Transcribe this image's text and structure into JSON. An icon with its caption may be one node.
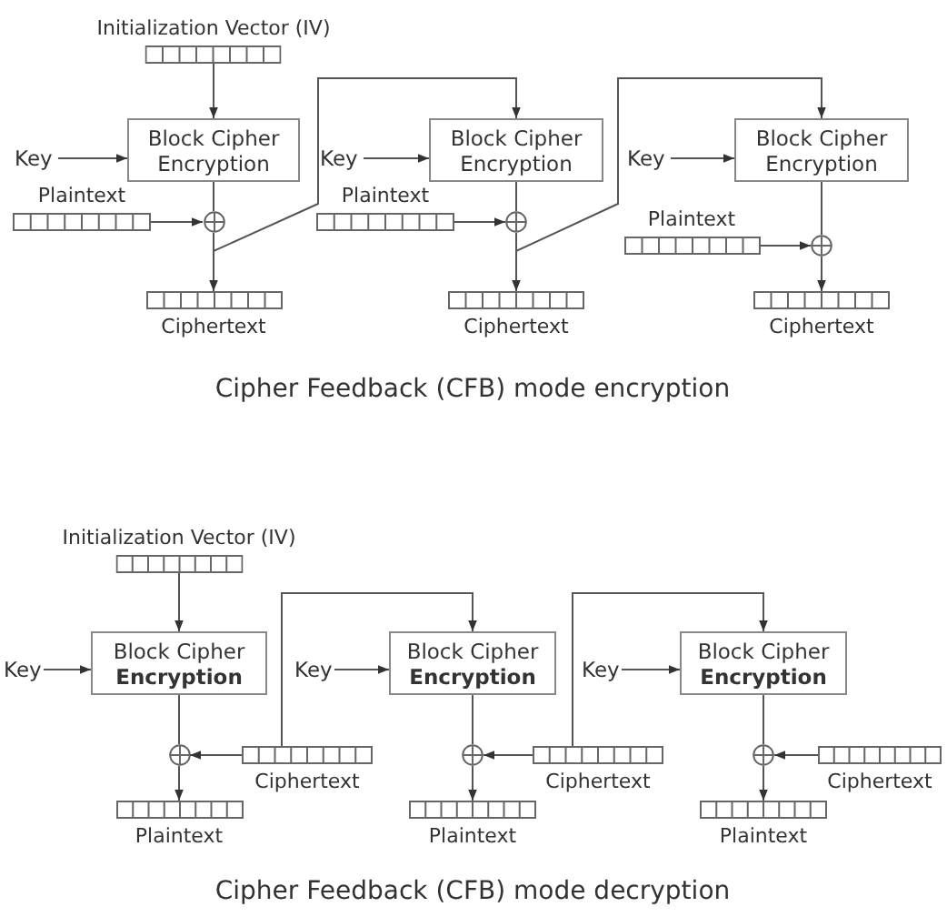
{
  "diagram": {
    "nodes": [
      {
        "text": [
          "Initialization Vector (IV)"
        ]
      },
      {
        "text": [
          "Key"
        ]
      },
      {
        "text": [
          "Block Cipher Encryption"
        ]
      },
      {
        "text": [
          "Plaintext"
        ]
      },
      {
        "text": [],
        "shape": "circle"
      },
      {
        "text": [
          "Ciphertext"
        ]
      },
      {
        "text": [
          "Key"
        ]
      },
      {
        "text": [
          "Block Cipher Encryption"
        ]
      },
      {
        "text": [
          "Plaintext"
        ]
      },
      {
        "text": [],
        "shape": "circle"
      },
      {
        "text": [
          "Ciphertext"
        ]
      },
      {
        "text": [
          "Key"
        ]
      },
      {
        "text": [
          "Block Cipher Encryption"
        ]
      },
      {
        "text": [
          "Plaintext"
        ]
      },
      {
        "text": [],
        "shape": "circle"
      },
      {
        "text": [
          "Ciphertext"
        ]
      },
      {
        "text": [
          "Initialization Vector (IV)"
        ]
      },
      {
        "text": [
          "Key"
        ]
      },
      {
        "text": [
          "Block Cipher **Encryption**"
        ]
      },
      {
        "text": [],
        "shape": "circle"
      },
      {
        "text": [
          "Ciphertext"
        ]
      },
      {
        "text": [
          "Plaintext"
        ]
      },
      {
        "text": [
          "Key"
        ]
      },
      {
        "text": [
          "Block Cipher **Encryption**"
        ]
      },
      {
        "text": [],
        "shape": "circle"
      },
      {
        "text": [
          "Ciphertext"
        ]
      },
      {
        "text": [
          "Plaintext"
        ]
      },
      {
        "text": [
          "Key"
        ]
      },
      {
        "text": [
          "Block Cipher **Encryption**"
        ]
      },
      {
        "text": [],
        "shape": "circle"
      },
      {
        "text": [
          "Ciphertext"
        ]
      },
      {
        "text": [
          "Plaintext"
        ]
      }
    ],
    "edges": [
      {
        "from": 0,
        "to": 2,
        "arrow": "to"
      },
      {
        "from": 1,
        "to": 2,
        "arrow": "to"
      },
      {
        "from": 2,
        "to": 4,
        "arrow": "none"
      },
      {
        "from": 3,
        "to": 4,
        "arrow": "to"
      },
      {
        "from": 4,
        "to": 5,
        "arrow": "to"
      },
      {
        "from": 4,
        "to": 7,
        "arrow": "to"
      },
      {
        "from": 6,
        "to": 7,
        "arrow": "to"
      },
      {
        "from": 7,
        "to": 9,
        "arrow": "none"
      },
      {
        "from": 8,
        "to": 9,
        "arrow": "to"
      },
      {
        "from": 9,
        "to": 10,
        "arrow": "to"
      },
      {
        "from": 9,
        "to": 12,
        "arrow": "to"
      },
      {
        "from": 11,
        "to": 12,
        "arrow": "to"
      },
      {
        "from": 12,
        "to": 14,
        "arrow": "none"
      },
      {
        "from": 13,
        "to": 14,
        "arrow": "to"
      },
      {
        "from": 14,
        "to": 15,
        "arrow": "to"
      },
      {
        "from": 16,
        "to": 18,
        "arrow": "to"
      },
      {
        "from": 17,
        "to": 18,
        "arrow": "to"
      },
      {
        "from": 18,
        "to": 19,
        "arrow": "none"
      },
      {
        "from": 20,
        "to": 19,
        "arrow": "to"
      },
      {
        "from": 19,
        "to": 21,
        "arrow": "to"
      },
      {
        "from": 20,
        "to": 23,
        "arrow": "to"
      },
      {
        "from": 22,
        "to": 23,
        "arrow": "to"
      },
      {
        "from": 23,
        "to": 24,
        "arrow": "none"
      },
      {
        "from": 25,
        "to": 24,
        "arrow": "to"
      },
      {
        "from": 24,
        "to": 26,
        "arrow": "to"
      },
      {
        "from": 25,
        "to": 28,
        "arrow": "to"
      },
      {
        "from": 27,
        "to": 28,
        "arrow": "to"
      },
      {
        "from": 28,
        "to": 29,
        "arrow": "none"
      },
      {
        "from": 30,
        "to": 29,
        "arrow": "to"
      },
      {
        "from": 29,
        "to": 31,
        "arrow": "to"
      }
    ],
    "labels": [
      "Cipher Feedback (CFB) mode encryption",
      "Cipher Feedback (CFB) mode decryption"
    ]
  }
}
